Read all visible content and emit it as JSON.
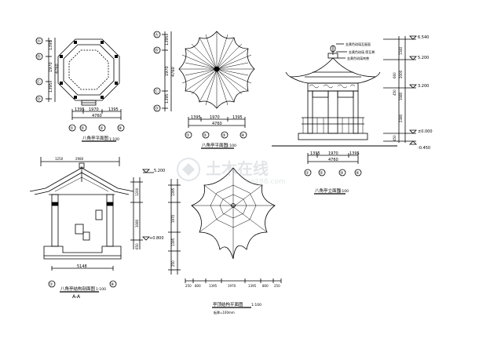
{
  "plan": {
    "dims_left": [
      "1395",
      "1970",
      "1395",
      "4760"
    ],
    "dims_bottom": [
      "1395",
      "1970",
      "1395"
    ],
    "dims_bottom_total": "4760",
    "axes": [
      "①",
      "②",
      "③",
      "④"
    ],
    "axes_left": [
      "Ⓐ",
      "Ⓑ",
      "Ⓒ",
      "Ⓓ"
    ],
    "title": "八角亭平面图",
    "scale": "1:100"
  },
  "roof_plan": {
    "dims_left": [
      "1395",
      "1970",
      "1395",
      "4760"
    ],
    "dims_bottom": [
      "1395",
      "1970",
      "1395"
    ],
    "dims_bottom_total": "4760",
    "axes": [
      "①",
      "②",
      "③",
      "④"
    ],
    "axes_left": [
      "Ⓐ",
      "Ⓑ",
      "Ⓒ",
      "Ⓓ"
    ],
    "title": "八角亭平面图",
    "scale": "1:100"
  },
  "elevation": {
    "levels": [
      "6.540",
      "5.200",
      "3.200",
      "±0.000",
      "-0.450"
    ],
    "dims_right": [
      "1340",
      "2000",
      "660",
      "450",
      "1080",
      "2380",
      "450"
    ],
    "notes": [
      "金黄色琉璃瓦屋面",
      "金黄色琉璃 筒瓦脊",
      "金黄色琉璃吻兽"
    ],
    "dims_bottom": [
      "1395",
      "1970",
      "1395"
    ],
    "dims_bottom_total": "4760",
    "axes": [
      "①",
      "②",
      "③",
      "④"
    ],
    "title": "八角亭立面图",
    "scale": "1:100"
  },
  "section": {
    "levels": [
      "5.200",
      "+0.800"
    ],
    "dims_top": [
      "1250",
      "2980"
    ],
    "dims_right": [
      "1200",
      "3080",
      "650"
    ],
    "axes": [
      "①",
      "④"
    ],
    "dim_bottom": "5148",
    "title": "八角亭结构剖面图",
    "scale": "1:100",
    "cut": "A-A"
  },
  "roof_structure": {
    "dims_left": [
      "1395",
      "1970",
      "1395",
      "250"
    ],
    "dims_bottom": [
      "250",
      "800",
      "1395",
      "1970",
      "1395",
      "800",
      "250"
    ],
    "title": "亭顶结构平面图",
    "scale": "1:100",
    "note": "板厚=100mm"
  },
  "watermark": "土木在线",
  "watermark_sub": "co188.com"
}
